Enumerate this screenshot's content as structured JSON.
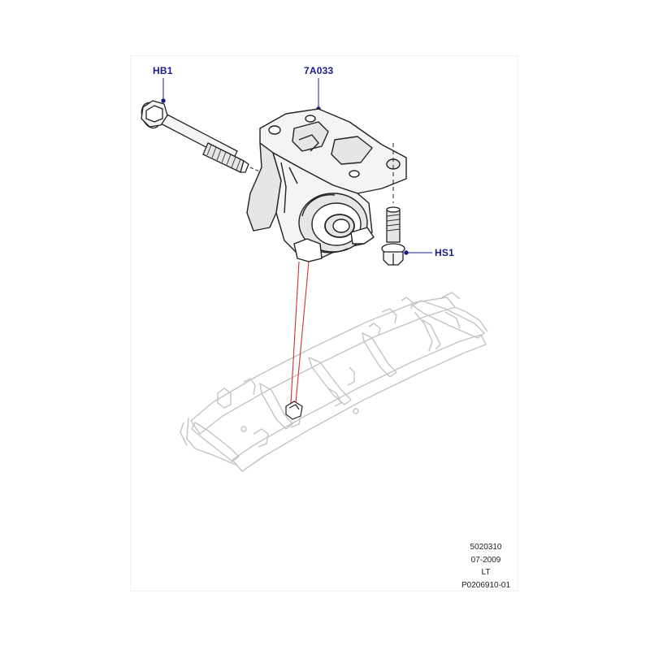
{
  "callouts": {
    "bolt": "HB1",
    "mount": "7A033",
    "screw": "HS1"
  },
  "footer": {
    "line1": "5020310",
    "line2": "07-2009",
    "line3": "LT",
    "line4": "P0206910-01"
  },
  "colors": {
    "callout_text": "#1a1a8c",
    "leader_line": "#1a1a8c",
    "locator_line": "#d03030",
    "part_outline": "#222222",
    "part_shade": "#e6e6e6",
    "chassis_outline": "#c4c4c4"
  }
}
